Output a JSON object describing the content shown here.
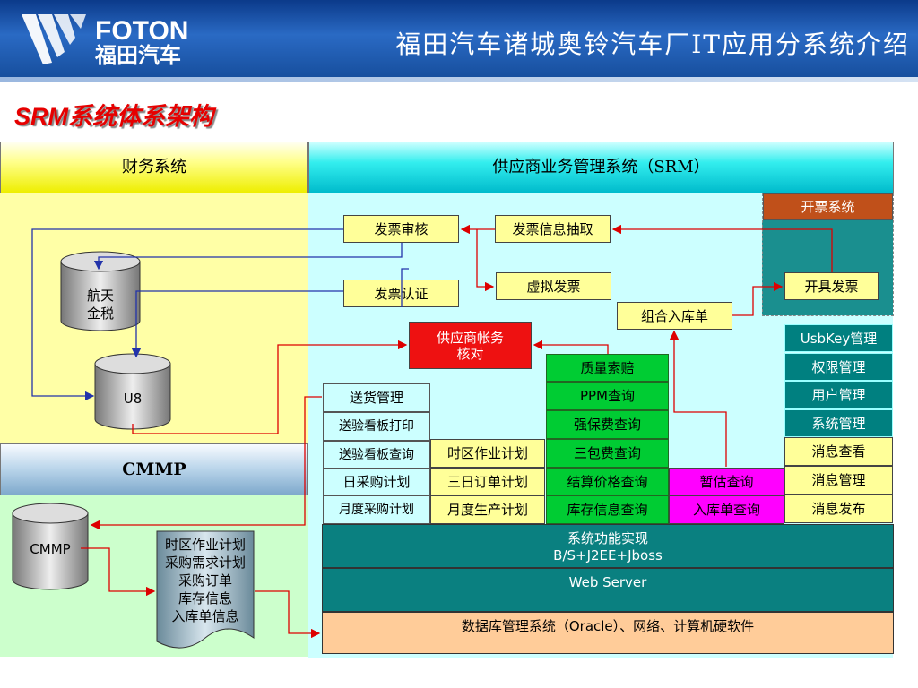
{
  "header": {
    "logo_en": "FOTON",
    "logo_cn": "福田汽车",
    "title": "福田汽车诸城奥铃汽车厂IT应用分系统介绍"
  },
  "section_title": "SRM系统体系架构",
  "columns": {
    "finance": "财务系统",
    "srm": "供应商业务管理系统（SRM）",
    "cmmp": "CMMP"
  },
  "finance": {
    "aerospace_tax": "航天\n金税",
    "u8": "U8"
  },
  "cmmp": {
    "db": "CMMP",
    "doc_lines": [
      "时区作业计划",
      "采购需求计划",
      "采购订单",
      "库存信息",
      "入库单信息"
    ]
  },
  "srm": {
    "invoice_system": "开票系统",
    "invoice_audit": "发票审核",
    "invoice_extract": "发票信息抽取",
    "invoice_cert": "发票认证",
    "virtual_invoice": "虚拟发票",
    "issue_invoice": "开具发票",
    "combined_receipt": "组合入库单",
    "supplier_account": "供应商帐务\n核对",
    "col1": [
      "送货管理",
      "送验看板打印",
      "送验看板查询",
      "日采购计划",
      "月度采购计划"
    ],
    "col2": [
      "时区作业计划",
      "三日订单计划",
      "月度生产计划"
    ],
    "col3": [
      "质量索赔",
      "PPM查询",
      "强保费查询",
      "三包费查询",
      "结算价格查询",
      "库存信息查询"
    ],
    "col4": [
      "暂估查询",
      "入库单查询"
    ],
    "col5": [
      "UsbKey管理",
      "权限管理",
      "用户管理",
      "系统管理",
      "消息查看",
      "消息管理",
      "消息发布"
    ],
    "layer_impl_1": "系统功能实现",
    "layer_impl_2": "B/S+J2EE+Jboss",
    "layer_web": "Web Server",
    "layer_db": "数据库管理系统（Oracle）、网络、计算机硬软件"
  },
  "colors": {
    "header_blue": "#1a55a8",
    "title_red": "#e60000",
    "box_green": "#00cc33",
    "box_magenta": "#ff00ff",
    "box_red": "#ee1111",
    "teal": "#008080"
  }
}
